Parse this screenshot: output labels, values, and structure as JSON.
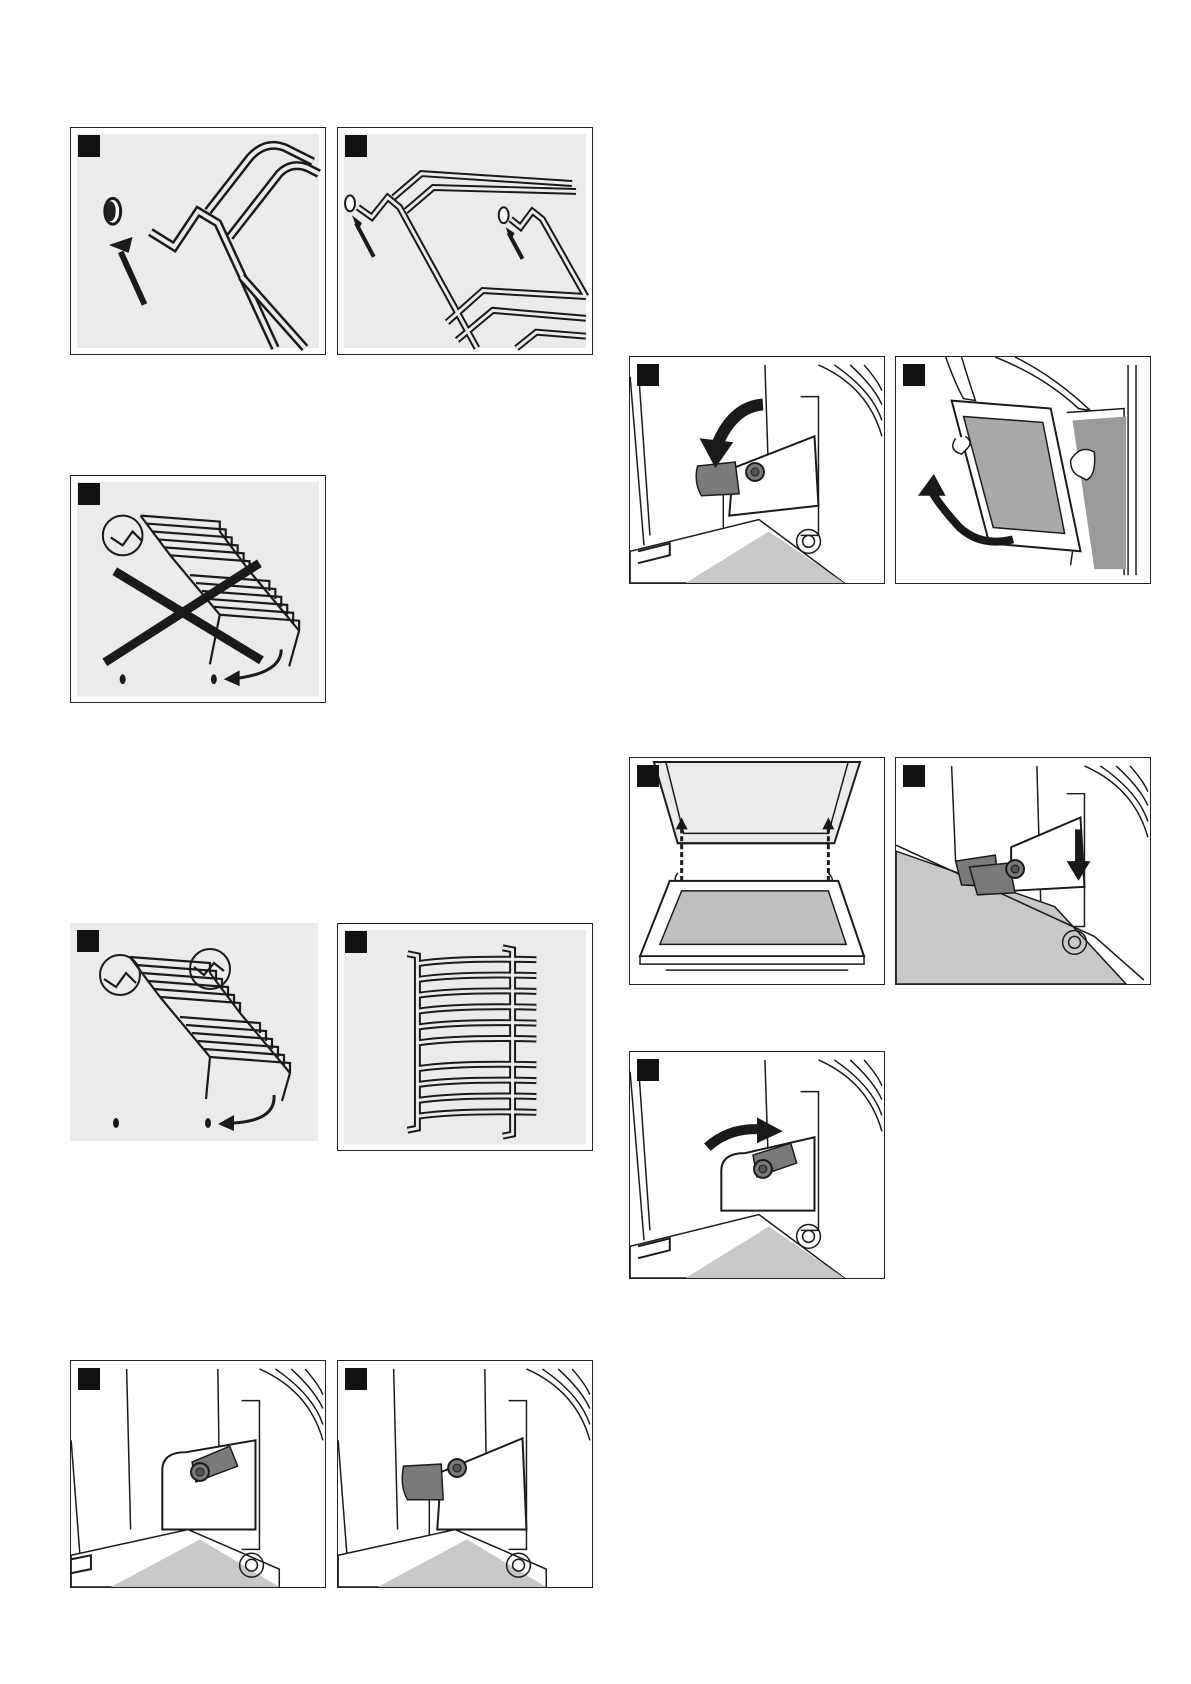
{
  "document": {
    "type": "assembly-instructions-figures",
    "columns": 2
  },
  "figures": [
    {
      "id": "rail-hook-close",
      "step_label": "",
      "icon": "rail-hook-icon"
    },
    {
      "id": "rail-hook-wide",
      "step_label": "",
      "icon": "rail-hook-icon"
    },
    {
      "id": "rail-wrong-fit",
      "step_label": "",
      "icon": "cross-mark-icon"
    },
    {
      "id": "rail-correct-fit",
      "step_label": "",
      "icon": "rail-icon"
    },
    {
      "id": "rail-front-view",
      "step_label": "",
      "icon": "rail-icon"
    },
    {
      "id": "hinge-lever-closed",
      "step_label": "",
      "icon": "hinge-lever-icon"
    },
    {
      "id": "hinge-lever-open",
      "step_label": "",
      "icon": "hinge-lever-icon"
    },
    {
      "id": "hinge-fold-down",
      "step_label": "",
      "icon": "hinge-lever-icon"
    },
    {
      "id": "door-lift-out",
      "step_label": "",
      "icon": "oven-door-icon"
    },
    {
      "id": "door-insert",
      "step_label": "",
      "icon": "oven-door-icon"
    },
    {
      "id": "hinge-press-down",
      "step_label": "",
      "icon": "hinge-lever-icon"
    },
    {
      "id": "hinge-fold-up",
      "step_label": "",
      "icon": "hinge-lever-icon"
    }
  ],
  "colors": {
    "panel_bg": "#ebebeb",
    "line": "#1a1a1a",
    "lever": "#7a7a7a",
    "floor": "#c8c8c8",
    "glass": "#a9a9a9"
  }
}
